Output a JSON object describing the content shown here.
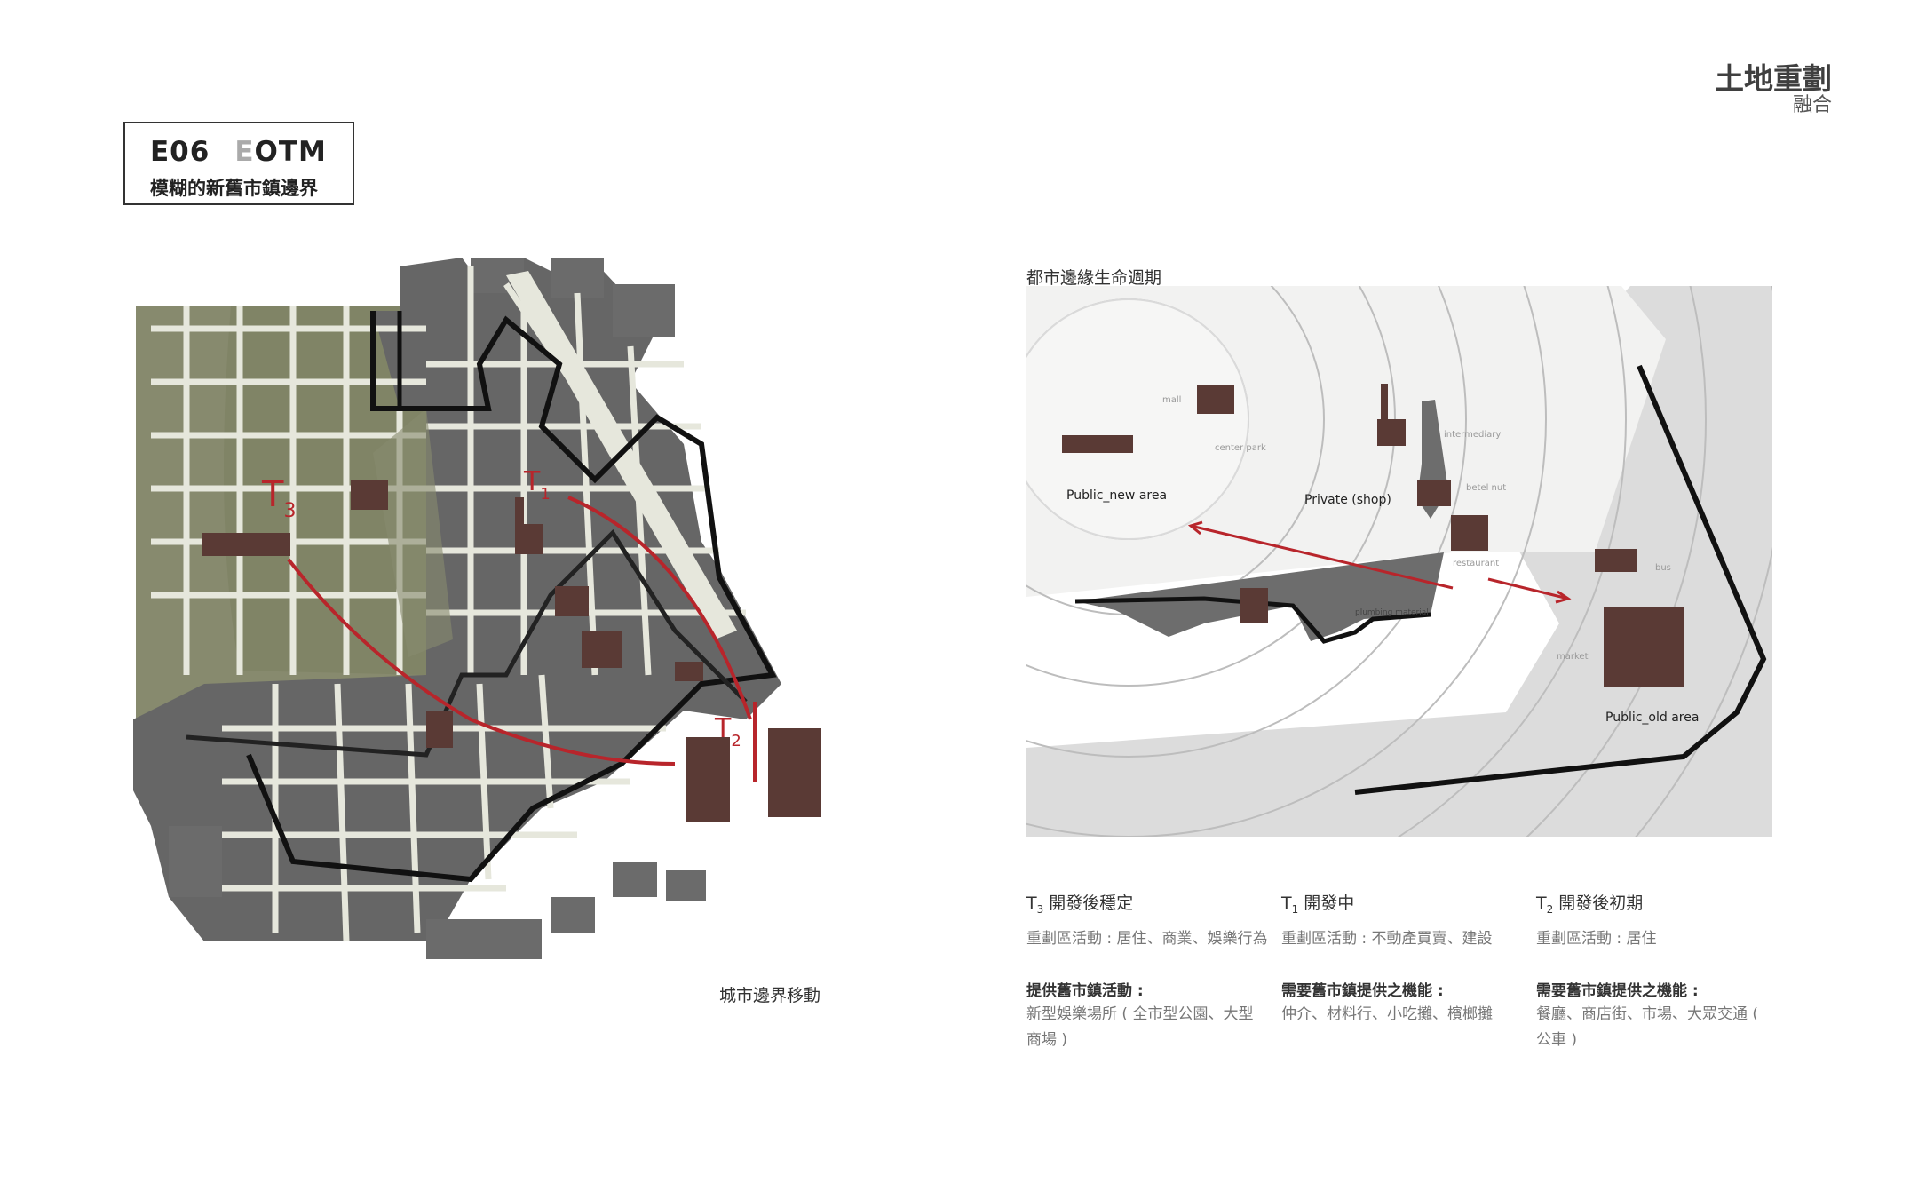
{
  "header": {
    "title": "土地重劃",
    "subtitle": "融合"
  },
  "code_box": {
    "code": "E06",
    "tag_first": "E",
    "tag_rest": "OTM",
    "subtitle": "模糊的新舊市鎮邊界"
  },
  "left_map": {
    "caption": "城市邊界移動",
    "labels": [
      {
        "main": "T",
        "sub": "3"
      },
      {
        "main": "T",
        "sub": "1"
      },
      {
        "main": "T",
        "sub": "2"
      }
    ],
    "colors": {
      "green": "#878a6e",
      "gray": "#666666",
      "road": "#e6e7dc",
      "arrow": "#b8252b"
    }
  },
  "right_diagram": {
    "title": "都市邊緣生命週期",
    "area_labels": [
      "Public_new area",
      "Private (shop)",
      "Public_old area"
    ],
    "small_labels": [
      "mall",
      "center park",
      "intermediary",
      "betel nut",
      "restaurant",
      "bus",
      "market",
      "plumbing material"
    ]
  },
  "phases": [
    {
      "label": "T",
      "sub": "3",
      "title": " 開發後穩定",
      "activity": "重劃區活動 : 居住、商業、娛樂行為",
      "need_title": "提供舊市鎮活動 :",
      "need_value": "新型娛樂場所 ( 全市型公園、大型商場 )"
    },
    {
      "label": "T",
      "sub": "1",
      "title": " 開發中",
      "activity": "重劃區活動 : 不動產買賣、建設",
      "need_title": "需要舊市鎮提供之機能 :",
      "need_value": "仲介、材料行、小吃攤、檳榔攤"
    },
    {
      "label": "T",
      "sub": "2",
      "title": " 開發後初期",
      "activity": "重劃區活動 : 居住",
      "need_title": "需要舊市鎮提供之機能 :",
      "need_value": "餐廳、商店街、市場、大眾交通 ( 公車 )"
    }
  ]
}
